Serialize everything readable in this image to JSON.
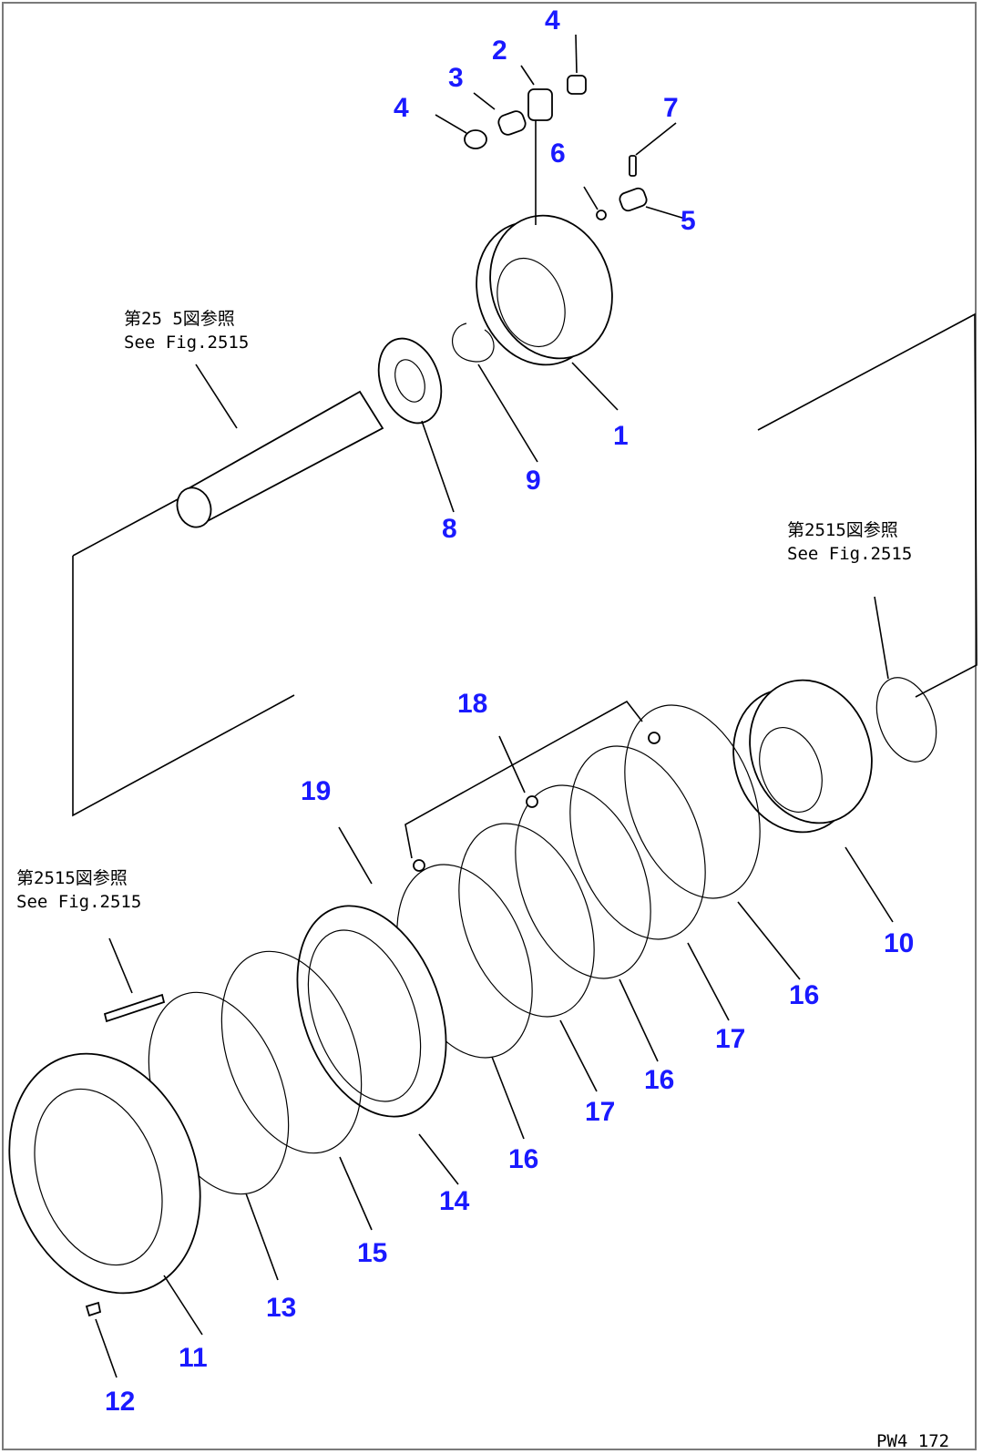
{
  "labels": {
    "p1": "1",
    "p2": "2",
    "p3": "3",
    "p4a": "4",
    "p4b": "4",
    "p5": "5",
    "p6": "6",
    "p7": "7",
    "p8": "8",
    "p9": "9",
    "p10": "10",
    "p11": "11",
    "p12": "12",
    "p13": "13",
    "p14": "14",
    "p15": "15",
    "p16a": "16",
    "p16b": "16",
    "p16c": "16",
    "p17a": "17",
    "p17b": "17",
    "p18": "18",
    "p19": "19"
  },
  "notes": {
    "top_jp": "第25 5図参照",
    "top_en": "See Fig.2515",
    "right_jp": "第2515図参照",
    "right_en": "See Fig.2515",
    "left_jp": "第2515図参照",
    "left_en": "See Fig.2515"
  },
  "drawing_code": "PW4 172",
  "colors": {
    "label": "#1a1aff",
    "line": "#000000",
    "border": "#7a7a7a"
  }
}
